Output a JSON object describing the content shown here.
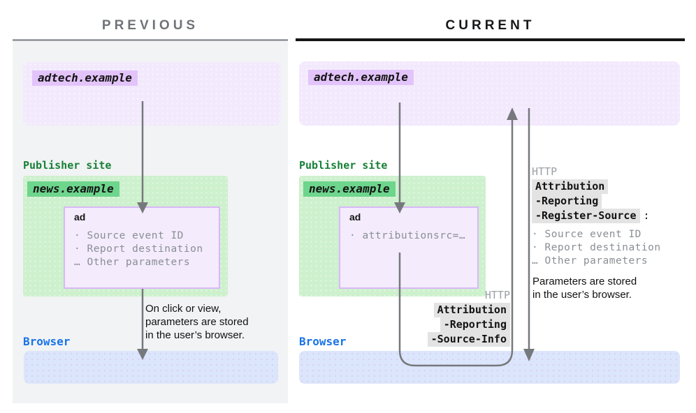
{
  "previous": {
    "title": "PREVIOUS",
    "adtech_label": "adtech.example",
    "publisher_site": "Publisher site",
    "news_label": "news.example",
    "ad_label": "ad",
    "ad_params": [
      "· Source event ID",
      "· Report destination",
      "… Other parameters"
    ],
    "caption_lines": [
      "On click or view,",
      "parameters are stored",
      "in the user’s browser."
    ],
    "browser_label": "Browser"
  },
  "current": {
    "title": "CURRENT",
    "adtech_label": "adtech.example",
    "publisher_site": "Publisher site",
    "news_label": "news.example",
    "ad_label": "ad",
    "ad_params": [
      "· attributionsrc=…"
    ],
    "request": {
      "protocol": "HTTP",
      "header_lines": [
        "Attribution",
        "-Reporting",
        "-Source-Info"
      ]
    },
    "response": {
      "protocol": "HTTP",
      "header_lines": [
        "Attribution",
        "-Reporting",
        "-Register-Source"
      ],
      "colon": ":",
      "params": [
        "· Source event ID",
        "· Report destination",
        "… Other parameters"
      ],
      "caption_lines": [
        "Parameters are stored",
        "in the user’s browser."
      ]
    },
    "browser_label": "Browser"
  },
  "colors": {
    "panel_gray": "#f1f3f4",
    "adtech_box_purple": "#f3e9fd",
    "adtech_chip_purple": "#e3c4fa",
    "publisher_green_text": "#188038",
    "publisher_box_green": "#cdf0cd",
    "news_chip_green": "#6dd58c",
    "ad_box_border": "#d9b8f8",
    "browser_text_blue": "#1a73e8",
    "browser_box_blue": "#dbe6fc",
    "header_chip_gray": "#e3e3e3",
    "muted_text_gray": "#898f94",
    "arrow_gray": "#76797c"
  }
}
